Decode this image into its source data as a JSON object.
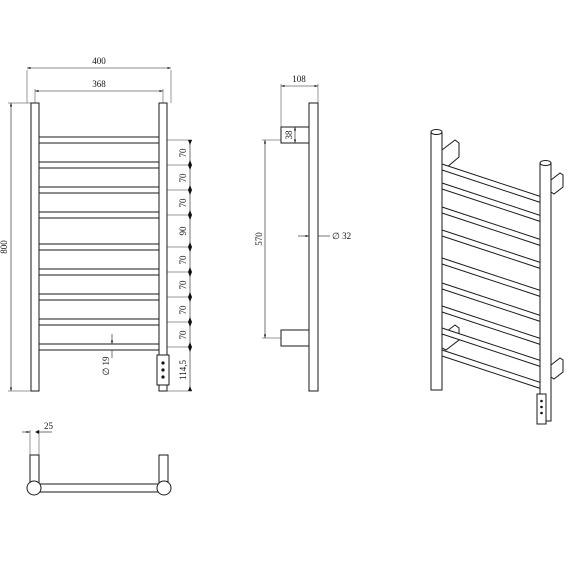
{
  "front_view": {
    "dim_width_outer": "400",
    "dim_width_inner": "368",
    "dim_height": "800",
    "rung_spacing": [
      "70",
      "70",
      "70",
      "90",
      "70",
      "70",
      "70",
      "70"
    ],
    "bottom_offset": "114,5",
    "rung_diameter": "∅ 19"
  },
  "side_view": {
    "dim_depth": "108",
    "dim_bracket": "38",
    "dim_mount_spacing": "570",
    "dim_post_diameter": "∅ 32"
  },
  "top_view": {
    "dim_offset": "25"
  }
}
